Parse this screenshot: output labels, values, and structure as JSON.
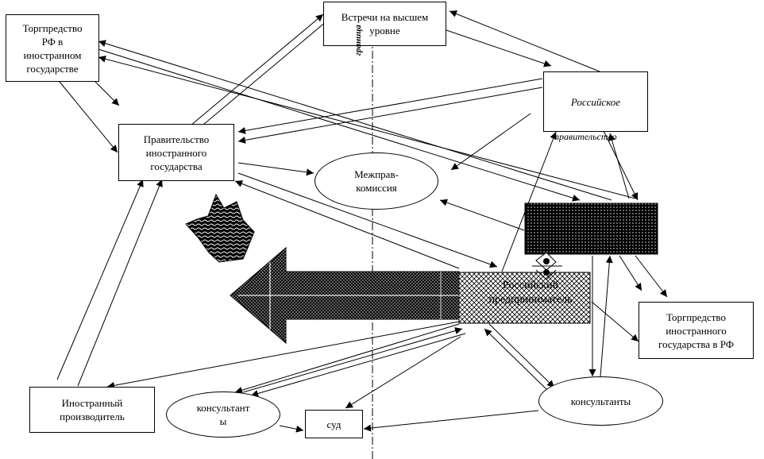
{
  "nodes": {
    "trade_rep_rf": "Торгпредство\nРФ в\nиностранном\nгосударстве",
    "summit": "Встречи на высшем\nуровне",
    "russian_gov": "Российское",
    "russian_gov_cont": "правительство",
    "foreign_gov": "Правительство\nиностранного\nгосударства",
    "intergov_commission": "Межправ-\nкомиссия",
    "russian_entrepreneur": "Российский\nпредприниматель",
    "trade_rep_foreign": "Торгпредство\nиностранного\nгосударства в РФ",
    "foreign_producer": "Иностранный\nпроизводитель",
    "consultant_left": "консультант\nы",
    "court": "суд",
    "consultants_right": "консультанты",
    "border": "граница"
  },
  "colors": {
    "line": "#000000",
    "background": "#ffffff"
  }
}
